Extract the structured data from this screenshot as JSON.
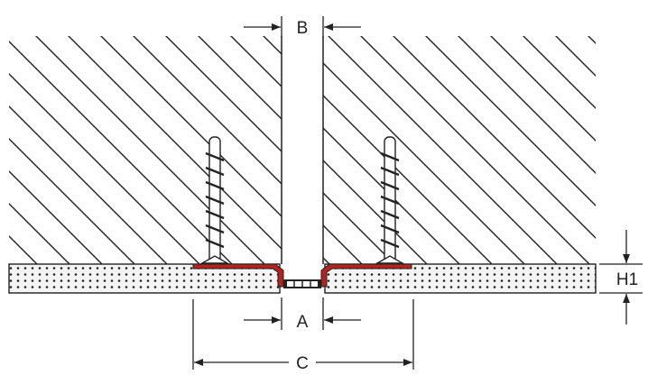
{
  "labels": {
    "gap_top": "B",
    "gap_bottom": "A",
    "overall_width": "C",
    "profile_height": "H1"
  },
  "colors": {
    "line": "#222222",
    "profile": "#b5231f",
    "background": "#ffffff",
    "substrate_fill": "#f4f4f4"
  }
}
